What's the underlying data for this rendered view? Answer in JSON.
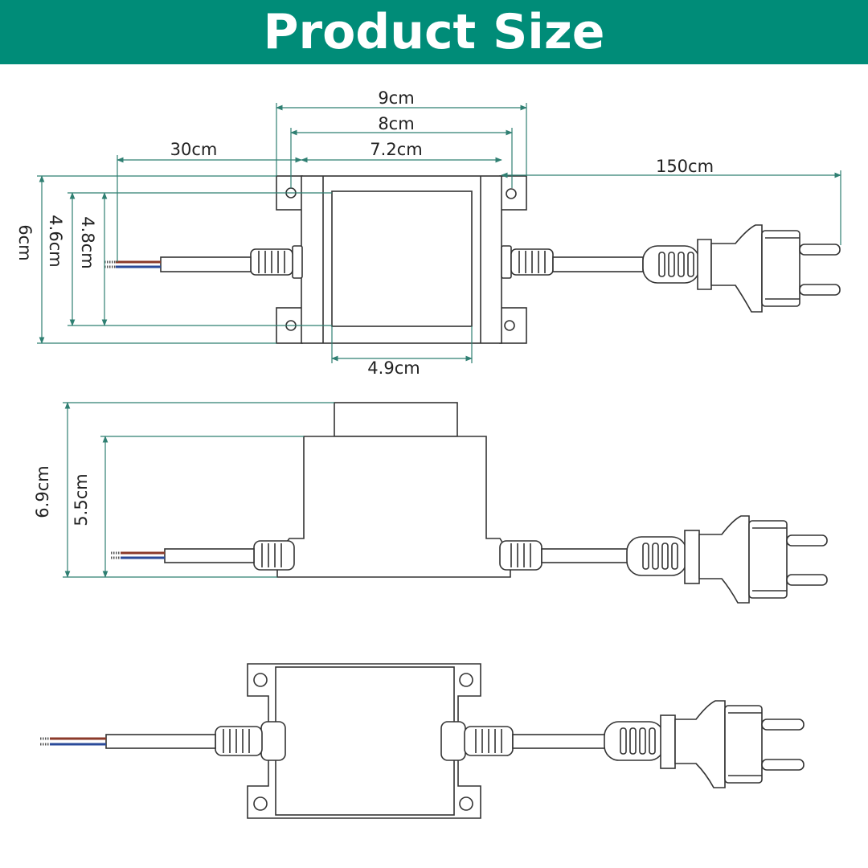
{
  "header": {
    "title": "Product Size"
  },
  "dimensions": {
    "width_outer": "9cm",
    "width_holes": "8cm",
    "width_body": "7.2cm",
    "input_cable": "30cm",
    "output_cable": "150cm",
    "depth_outer": "6cm",
    "depth_holes": "4.8cm",
    "depth_top": "4.6cm",
    "top_width": "4.9cm",
    "height_total": "6.9cm",
    "height_body": "5.5cm"
  },
  "colors": {
    "banner": "#008c78",
    "dimension_line": "#2f7f72",
    "outline": "#333333",
    "wire_brown": "#8b3a2a",
    "wire_blue": "#2a4a9a"
  }
}
